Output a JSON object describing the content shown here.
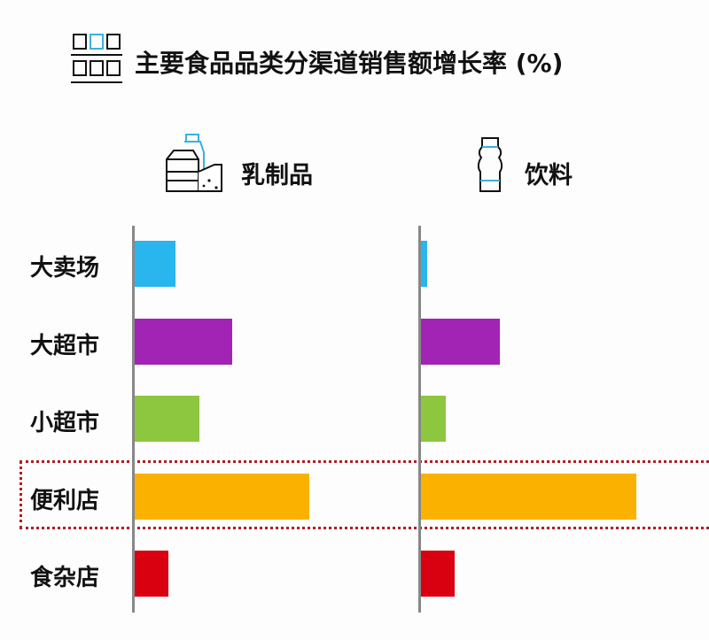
{
  "chart_data": {
    "type": "bar",
    "orientation": "horizontal",
    "title": "主要食品品类分渠道销售额增长率 (%)",
    "categories": [
      "大卖场",
      "大超市",
      "小超市",
      "便利店",
      "食杂店"
    ],
    "series": [
      {
        "name": "乳制品",
        "icon": "dairy-icon",
        "values": [
          46,
          110,
          73,
          197,
          38
        ]
      },
      {
        "name": "饮料",
        "icon": "bottle-icon",
        "values": [
          7,
          89,
          28,
          243,
          38
        ]
      }
    ],
    "colors": [
      "#29b5ee",
      "#a124b4",
      "#8dc63f",
      "#fbb100",
      "#d9000f"
    ],
    "highlight_category": "便利店",
    "highlight_color": "#b01e23",
    "grid": false,
    "xlim": [
      0,
      250
    ]
  }
}
